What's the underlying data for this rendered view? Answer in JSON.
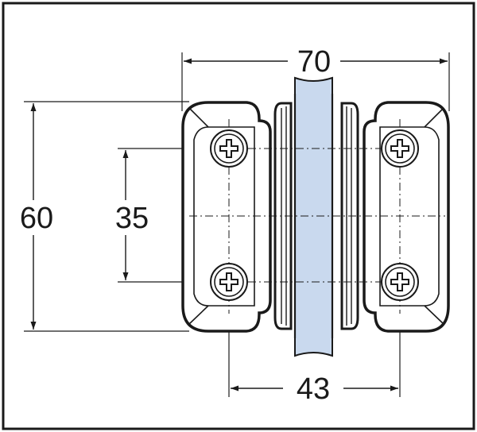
{
  "dimensions": {
    "overall_width": "70",
    "overall_height": "60",
    "hole_vertical_spacing": "35",
    "hole_horizontal_spacing": "43"
  },
  "colors": {
    "stroke": "#1a1a1a",
    "glass": "#c9d9ee",
    "background": "#ffffff"
  }
}
